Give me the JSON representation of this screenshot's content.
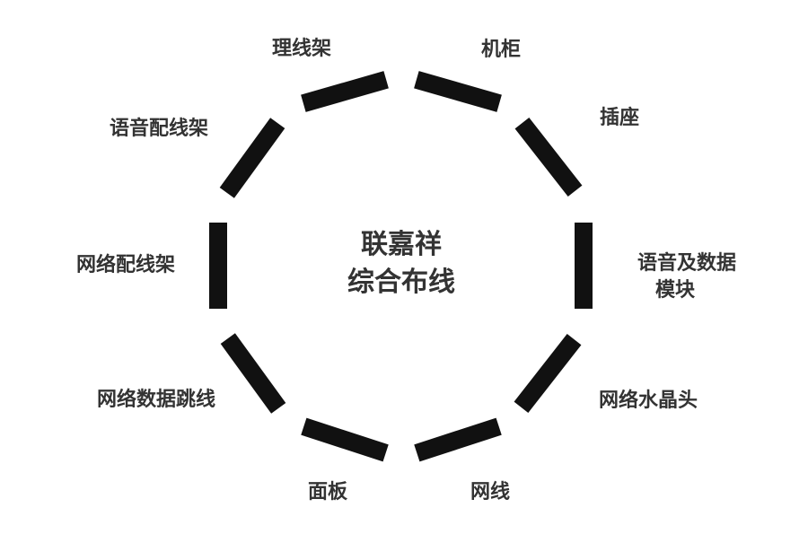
{
  "center": {
    "line1": "联嘉祥",
    "line2": "综合布线"
  },
  "components": [
    {
      "label": "机柜"
    },
    {
      "label": "插座"
    },
    {
      "label": "语音及数据",
      "label2": "模块"
    },
    {
      "label": "网络水晶头"
    },
    {
      "label": "网线"
    },
    {
      "label": "面板"
    },
    {
      "label": "网络数据跳线"
    },
    {
      "label": "网络配线架"
    },
    {
      "label": "语音配线架"
    },
    {
      "label": "理线架"
    }
  ],
  "colors": {
    "segment": "#111111",
    "text": "#333333",
    "background": "#ffffff"
  }
}
